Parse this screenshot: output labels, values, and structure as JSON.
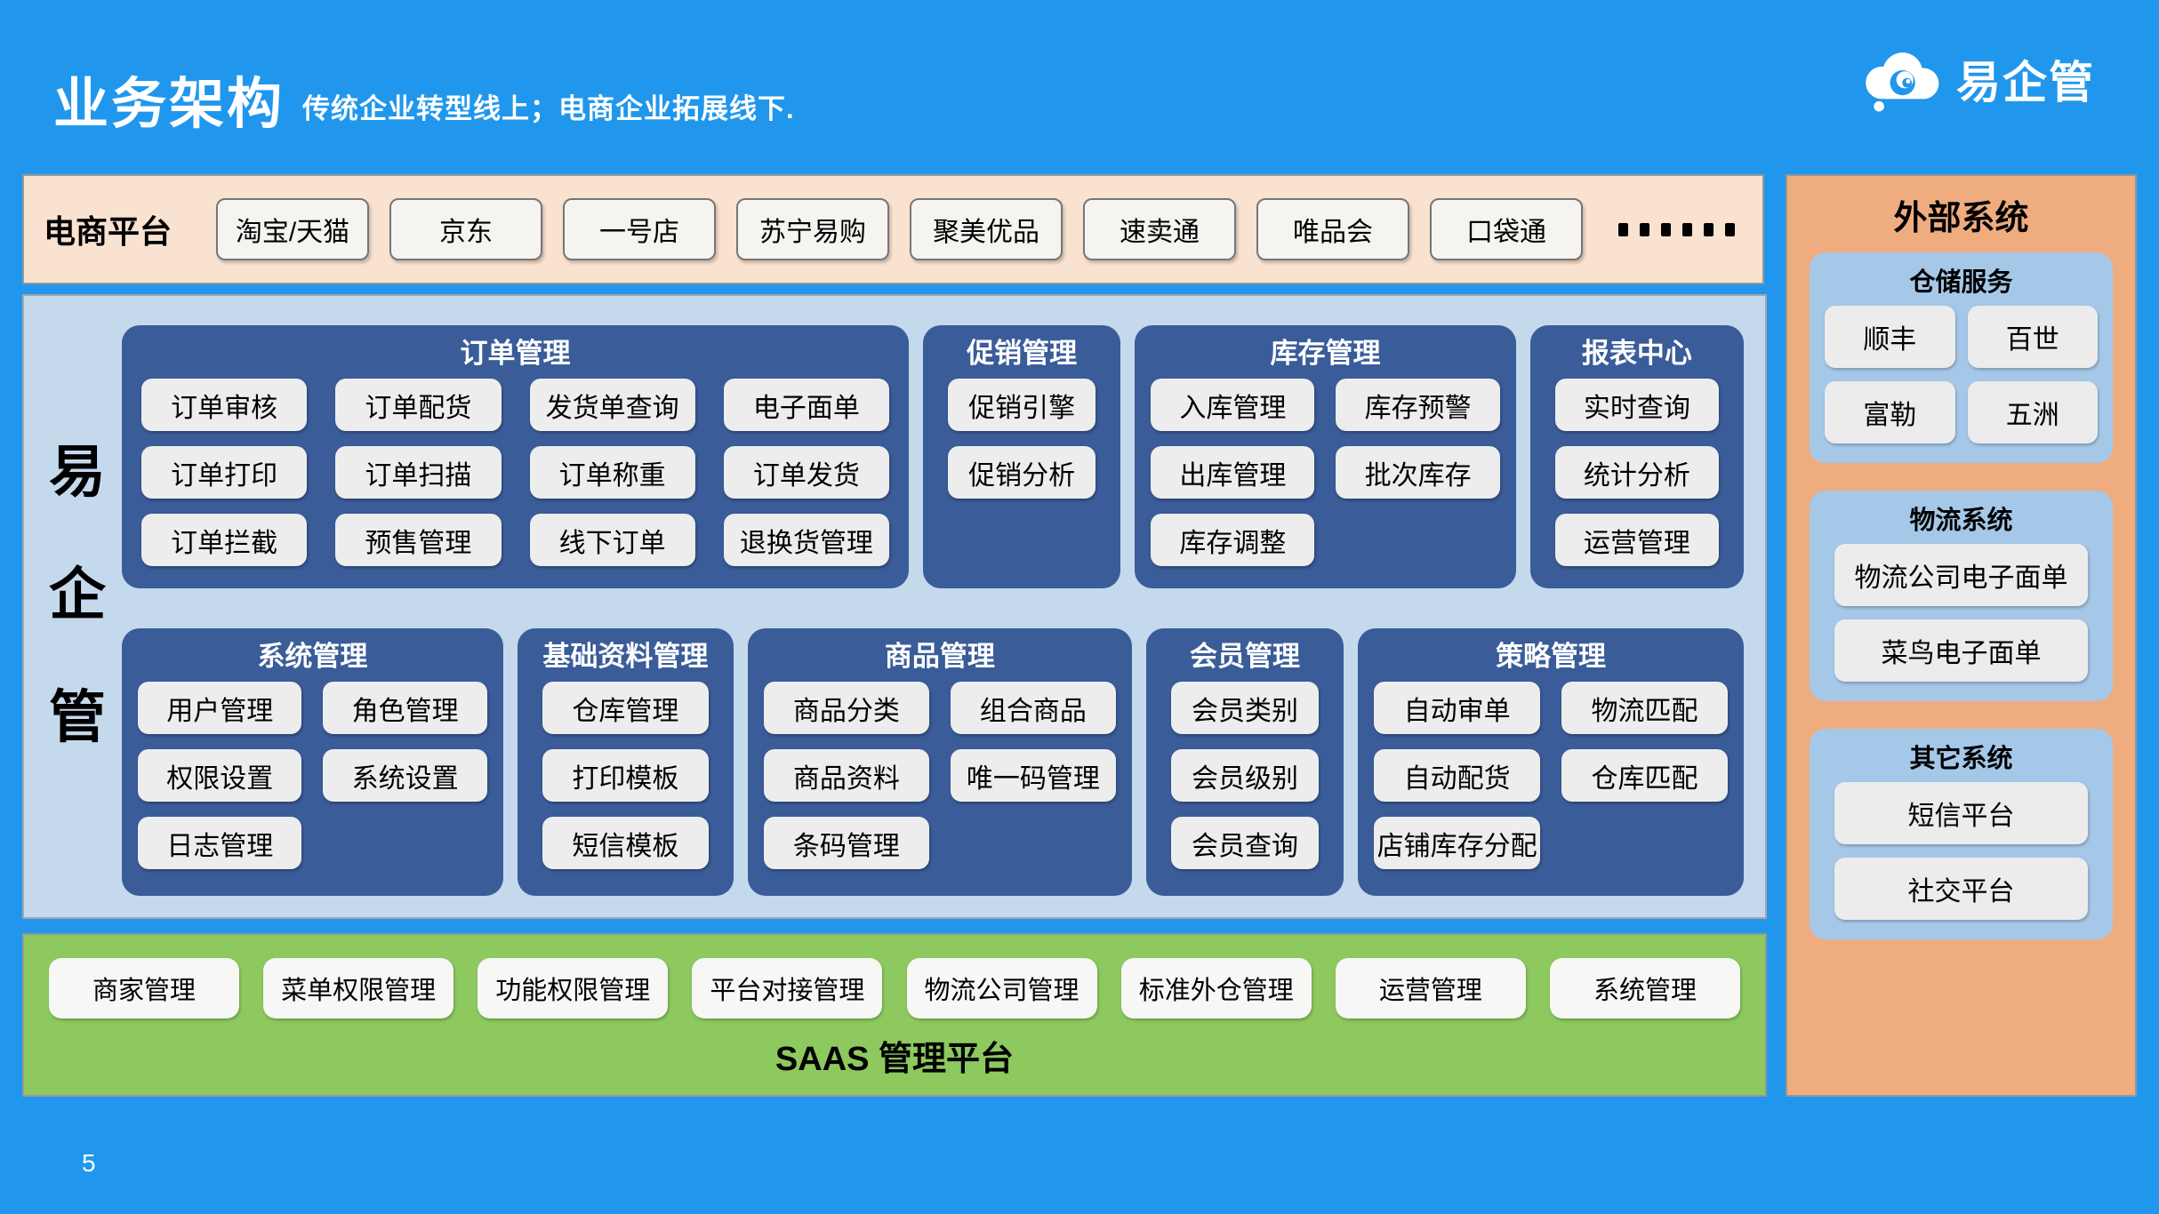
{
  "page": {
    "title": "业务架构",
    "subtitle": "传统企业转型线上；电商企业拓展线下.",
    "logo_text": "易企管",
    "page_number": "5"
  },
  "colors": {
    "background": "#2097EC",
    "peach_bar": "#FAE2D0",
    "main_panel": "#C5D9ED",
    "module_panel": "#3A5C99",
    "green_bar": "#8DC95E",
    "sidebar_orange": "#EFAC7F",
    "sidebar_group_blue": "#A5C8E9",
    "button_gray": "#EDEDED"
  },
  "ecommerce_bar": {
    "label": "电商平台",
    "platforms": [
      "淘宝/天猫",
      "京东",
      "一号店",
      "苏宁易购",
      "聚美优品",
      "速卖通",
      "唯品会",
      "口袋通"
    ],
    "more_indicator": "......"
  },
  "main": {
    "vertical_label": [
      "易",
      "企",
      "管"
    ],
    "rows": [
      [
        {
          "title": "订单管理",
          "items": [
            "订单审核",
            "订单配货",
            "发货单查询",
            "电子面单",
            "订单打印",
            "订单扫描",
            "订单称重",
            "订单发货",
            "订单拦截",
            "预售管理",
            "线下订单",
            "退换货管理"
          ]
        },
        {
          "title": "促销管理",
          "items": [
            "促销引擎",
            "促销分析"
          ]
        },
        {
          "title": "库存管理",
          "items": [
            "入库管理",
            "库存预警",
            "出库管理",
            "批次库存",
            "库存调整"
          ]
        },
        {
          "title": "报表中心",
          "items": [
            "实时查询",
            "统计分析",
            "运营管理"
          ]
        }
      ],
      [
        {
          "title": "系统管理",
          "items": [
            "用户管理",
            "角色管理",
            "权限设置",
            "系统设置",
            "日志管理"
          ]
        },
        {
          "title": "基础资料管理",
          "items": [
            "仓库管理",
            "打印模板",
            "短信模板"
          ]
        },
        {
          "title": "商品管理",
          "items": [
            "商品分类",
            "组合商品",
            "商品资料",
            "唯一码管理",
            "条码管理"
          ]
        },
        {
          "title": "会员管理",
          "items": [
            "会员类别",
            "会员级别",
            "会员查询"
          ]
        },
        {
          "title": "策略管理",
          "items": [
            "自动审单",
            "物流匹配",
            "自动配货",
            "仓库匹配",
            "店铺库存分配"
          ]
        }
      ]
    ]
  },
  "saas_bar": {
    "title": "SAAS 管理平台",
    "items": [
      "商家管理",
      "菜单权限管理",
      "功能权限管理",
      "平台对接管理",
      "物流公司管理",
      "标准外仓管理",
      "运营管理",
      "系统管理"
    ]
  },
  "external": {
    "title": "外部系统",
    "groups": [
      {
        "title": "仓储服务",
        "items": [
          "顺丰",
          "百世",
          "富勒",
          "五洲"
        ]
      },
      {
        "title": "物流系统",
        "items": [
          "物流公司电子面单",
          "菜鸟电子面单"
        ]
      },
      {
        "title": "其它系统",
        "items": [
          "短信平台",
          "社交平台"
        ]
      }
    ]
  }
}
